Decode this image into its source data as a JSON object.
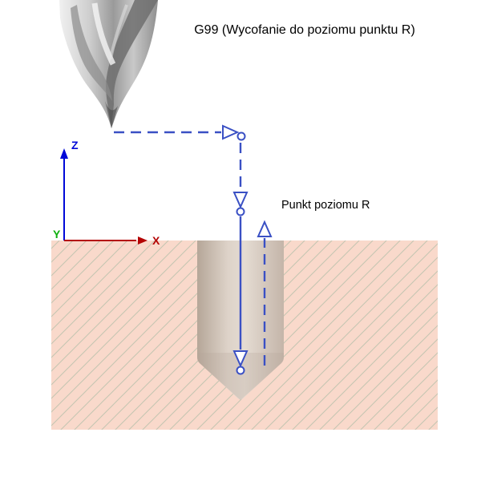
{
  "title": "G99 (Wycofanie do poziomu punktu R)",
  "labels": {
    "r_point": "Punkt poziomu R",
    "axis_z": "Z",
    "axis_x": "X",
    "axis_y": "Y"
  },
  "colors": {
    "path_blue": "#3a50c4",
    "axis_z_blue": "#0008d8",
    "axis_x_red": "#b40404",
    "axis_y_green": "#0faf0f",
    "material_fill": "#f9d9cb",
    "hatch_line": "#c6c5b2",
    "hole_light": "#e4dbd2",
    "hole_dark": "#b5a698",
    "text": "#000000",
    "background": "#ffffff"
  },
  "icons": {
    "drill_bit": "drill-bit-image",
    "arrow_right": "arrow-right-icon",
    "arrow_down": "arrow-down-icon",
    "arrow_up": "arrow-up-icon",
    "position_node": "position-node-circle-icon"
  }
}
